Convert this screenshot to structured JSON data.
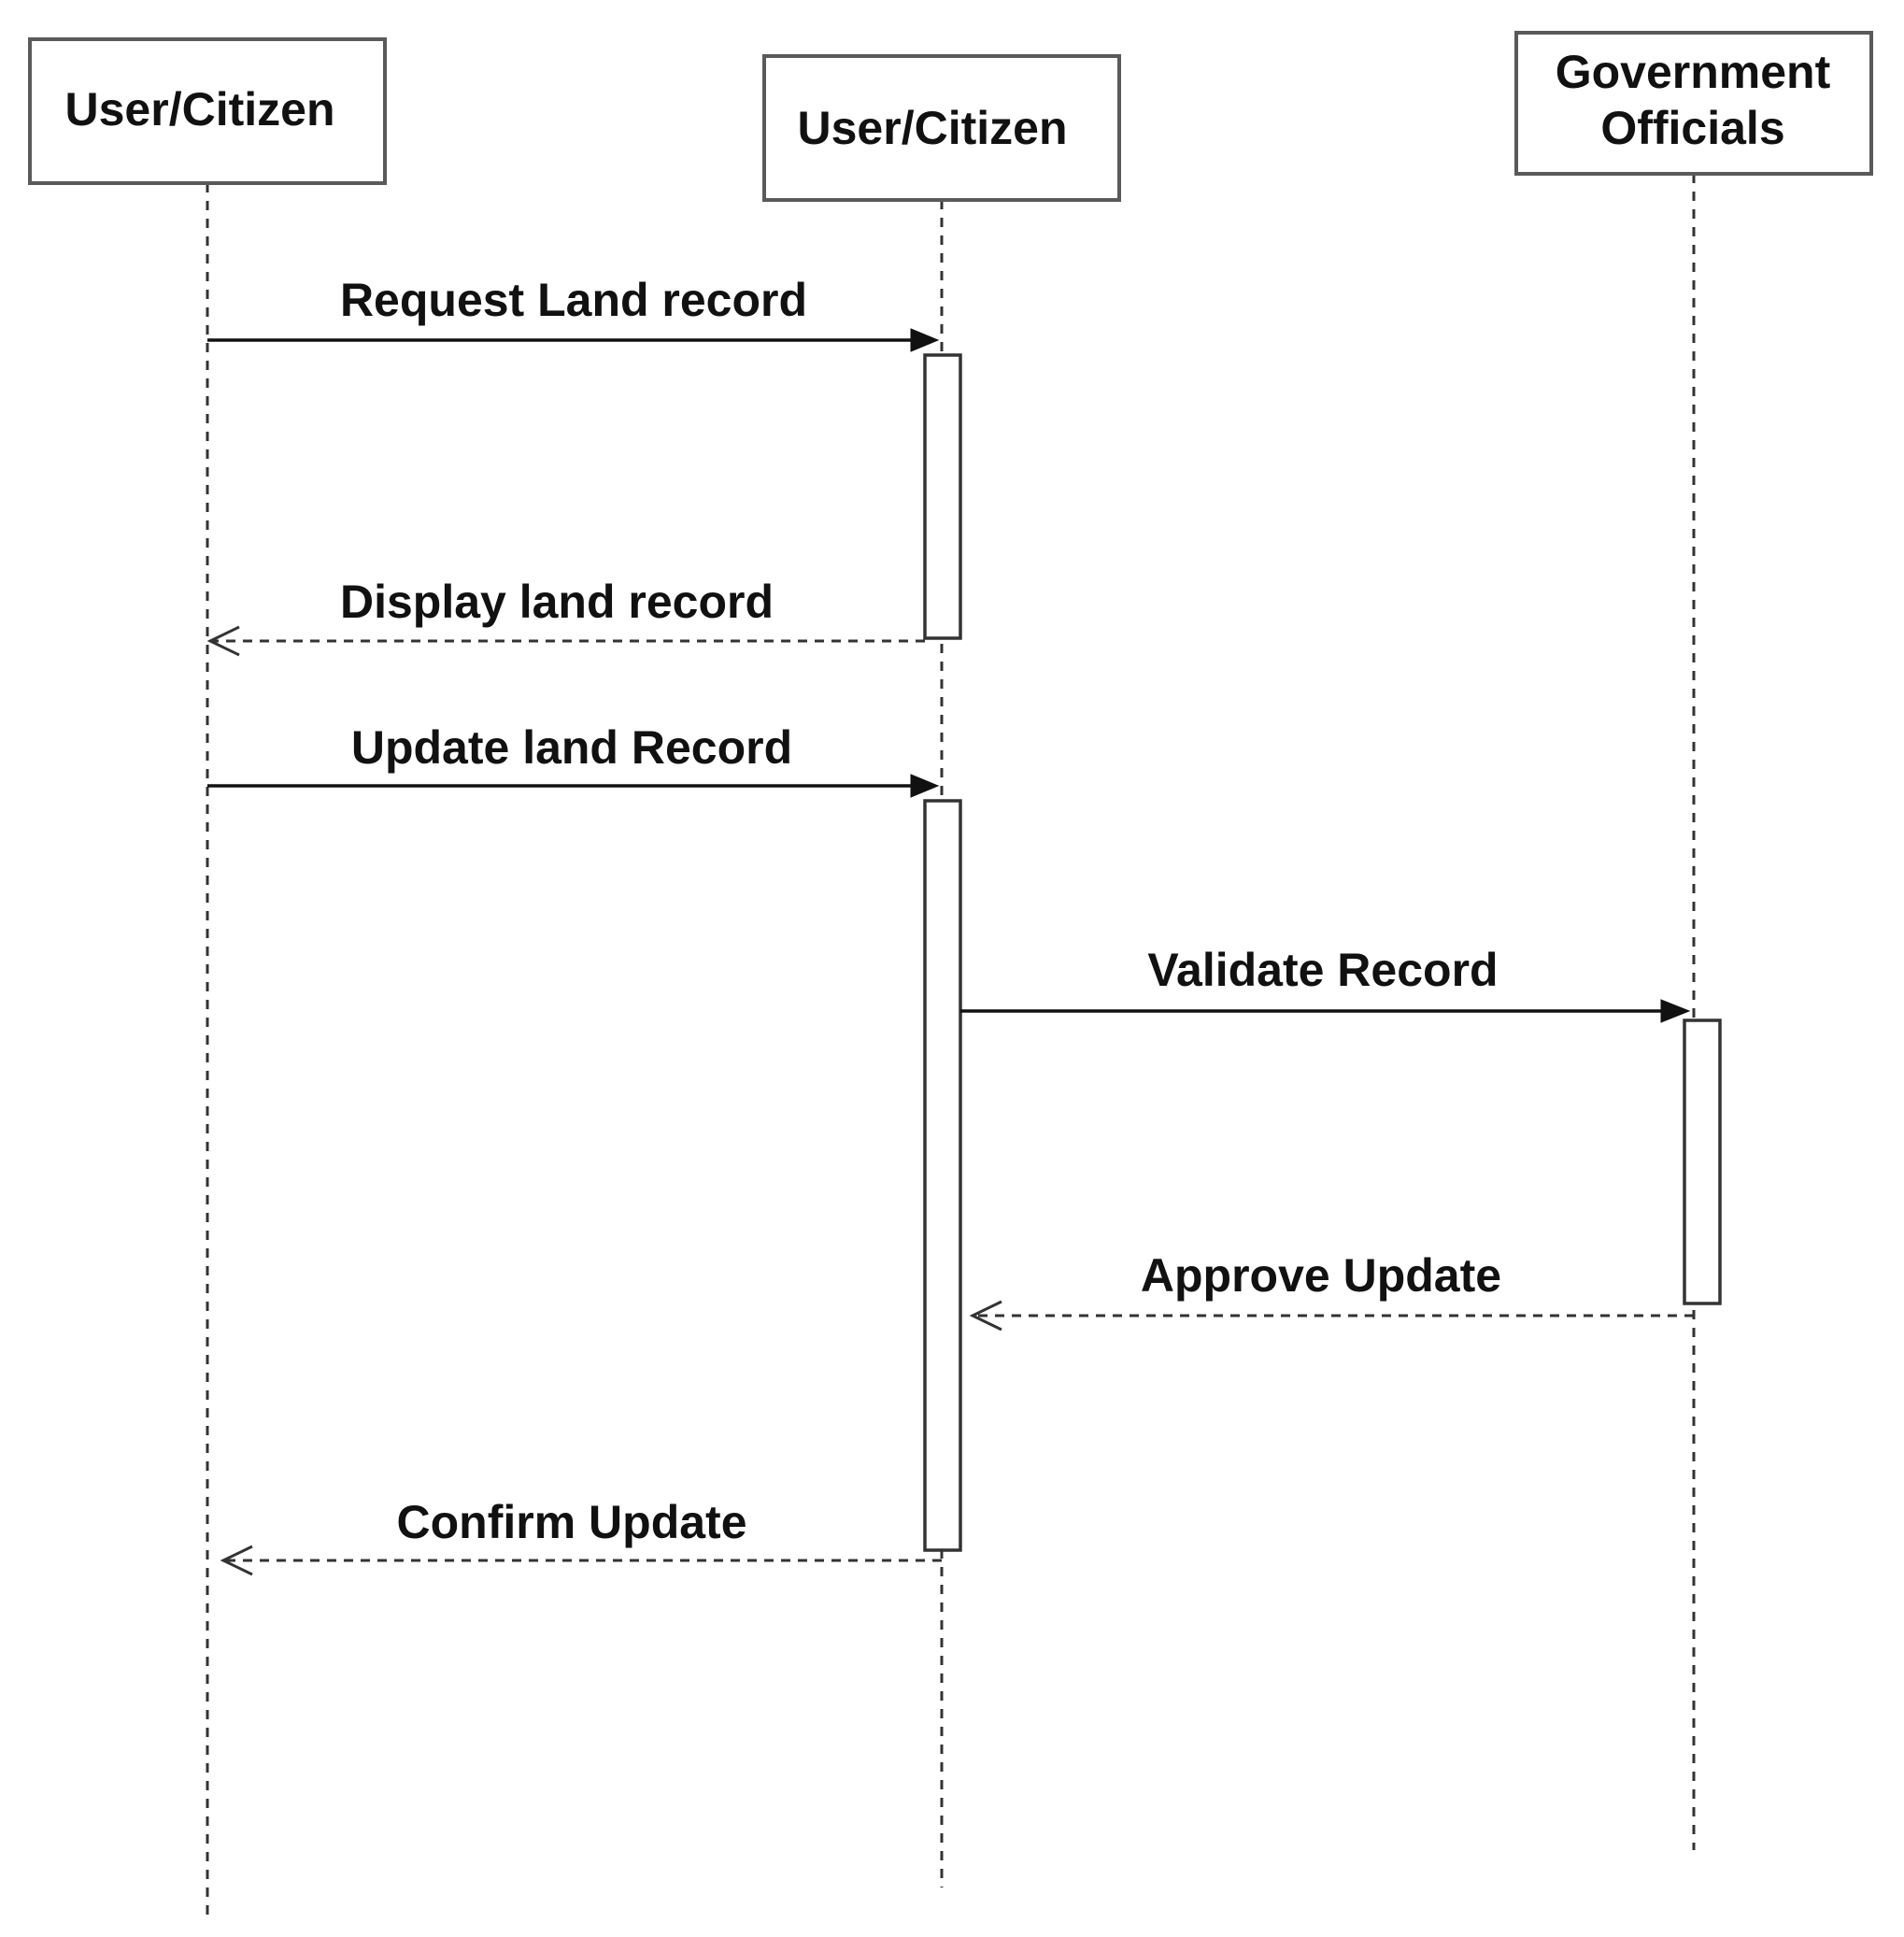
{
  "diagram": {
    "type": "sequence",
    "actors": [
      {
        "id": "a1",
        "lines": [
          "User/Citizen"
        ]
      },
      {
        "id": "a2",
        "lines": [
          "User/Citizen"
        ]
      },
      {
        "id": "a3",
        "lines": [
          "Government",
          "Officials"
        ]
      }
    ],
    "messages": [
      {
        "from": "a1",
        "to": "a2",
        "label": "Request Land record",
        "style": "solid"
      },
      {
        "from": "a2",
        "to": "a1",
        "label": "Display land record",
        "style": "dashed"
      },
      {
        "from": "a1",
        "to": "a2",
        "label": "Update land Record",
        "style": "solid"
      },
      {
        "from": "a2",
        "to": "a3",
        "label": "Validate Record",
        "style": "solid"
      },
      {
        "from": "a3",
        "to": "a2",
        "label": "Approve Update",
        "style": "dashed"
      },
      {
        "from": "a2",
        "to": "a1",
        "label": "Confirm Update",
        "style": "dashed"
      }
    ],
    "colors": {
      "line": "#111111",
      "box_border": "#5a5a5a",
      "background": "#ffffff"
    }
  }
}
